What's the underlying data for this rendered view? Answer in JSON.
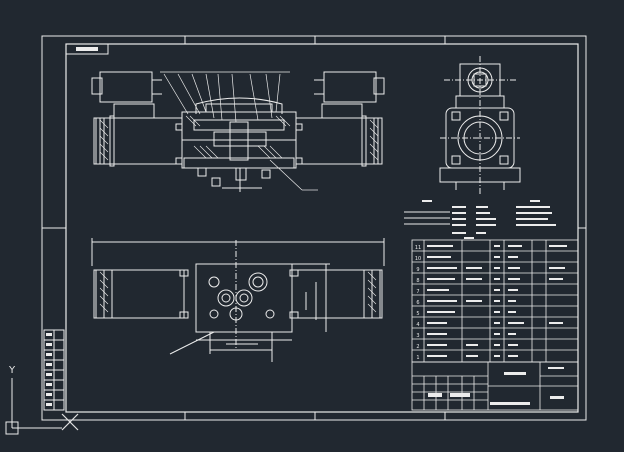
{
  "drawing": {
    "title_tab": "",
    "dimension_top": "",
    "notes_lines": [
      "",
      "",
      ""
    ],
    "ucs": {
      "y_label": "Y",
      "x_label": "X"
    }
  },
  "bom": {
    "item_numbers": [
      "11",
      "10",
      "9",
      "8",
      "7",
      "6",
      "5",
      "4",
      "3",
      "2",
      "1"
    ]
  },
  "colors": {
    "background": "#212830",
    "line": "#ececec",
    "crosshair": "#e2e2e2"
  }
}
